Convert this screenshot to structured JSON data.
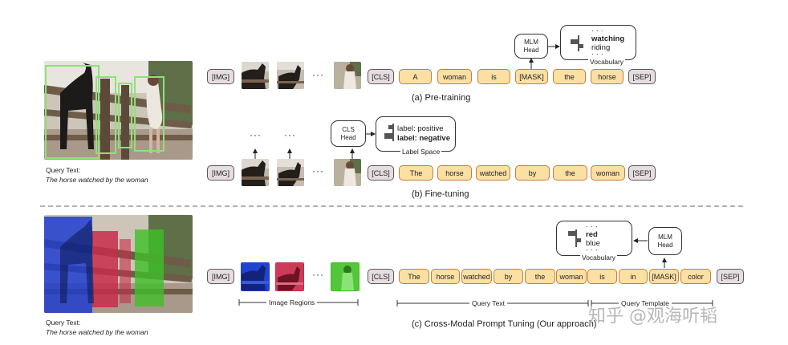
{
  "section_a": {
    "query_label": "Query Text:",
    "query_text": "The horse watched by the woman",
    "img_token": "[IMG]",
    "dots": "···",
    "tokens": [
      "[CLS]",
      "A",
      "woman",
      "is",
      "[MASK]",
      "the",
      "horse",
      "[SEP]"
    ],
    "head": [
      "MLM",
      "Head"
    ],
    "vocab_top": "· · ·",
    "vocab_words": [
      "watching",
      "riding"
    ],
    "vocab_bottom": "· · ·",
    "vocab_label": "Vocabulary",
    "caption": "(a) Pre-training"
  },
  "section_b": {
    "img_token": "[IMG]",
    "dots": "···",
    "up_dots": "···",
    "tokens": [
      "[CLS]",
      "The",
      "horse",
      "watched",
      "by",
      "the",
      "woman",
      "[SEP]"
    ],
    "head": [
      "CLS",
      "Head"
    ],
    "labels": [
      "label: positive",
      "label: negative"
    ],
    "space_label": "Label Space",
    "caption": "(b) Fine-tuning"
  },
  "section_c": {
    "query_label": "Query Text:",
    "query_text": "The horse watched by the woman",
    "img_token": "[IMG]",
    "dots": "···",
    "tokens": [
      "[CLS]",
      "The",
      "horse",
      "watched",
      "by",
      "the",
      "woman",
      "is",
      "in",
      "[MASK]",
      "color",
      "[SEP]"
    ],
    "head": [
      "MLM",
      "Head"
    ],
    "vocab_top": "· · ·",
    "vocab_words": [
      "red",
      "blue"
    ],
    "vocab_bottom": "· · ·",
    "vocab_label": "Vocabulary",
    "group_labels": [
      "Image Regions",
      "Query Text",
      "Query Template"
    ],
    "caption": "(c) Cross-Modal Prompt Tuning (Our approach)",
    "watermark": "知乎 @观海听韬"
  },
  "colors": {
    "region_blue": "#1f3ccc",
    "region_red": "#c82b4a",
    "region_green": "#3fbf28",
    "box_green": "#8fe07a",
    "token_fill": "#fbe0a3",
    "token_border": "#c97b3a",
    "special_fill": "#e5dde1"
  }
}
